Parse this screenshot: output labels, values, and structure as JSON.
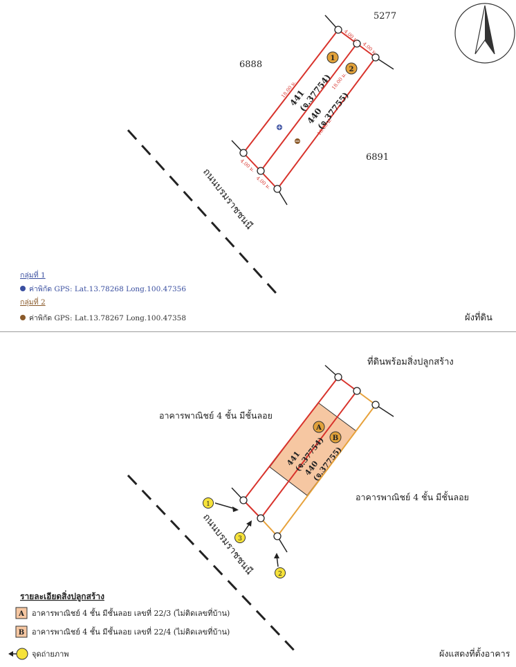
{
  "top_panel": {
    "parcel_numbers": {
      "north": "5277",
      "west": "6888",
      "east": "6891"
    },
    "lots": [
      {
        "marker": "1",
        "number": "441",
        "deed": "(จ.37754)",
        "color": "#e1a13a"
      },
      {
        "marker": "2",
        "number": "440",
        "deed": "(จ.37755)",
        "color": "#e1a13a"
      }
    ],
    "dimensions": {
      "front_left": "4.00 ม.",
      "front_right": "4.00 ม.",
      "back_left": "4.00 ม.",
      "back_right": "4.00 ม.",
      "side_outer": "18.00 ม.",
      "side_middle": "18.00 ม.",
      "side_far": "18.00 ม."
    },
    "road_label": "ถนนบรมราชชนนี",
    "legend": {
      "group1_title": "กลุ่มที่ 1",
      "group1_gps": "ค่าพิกัด GPS:  Lat.13.78268 Long.100.47356",
      "group2_title": "กลุ่มที่ 2",
      "group2_gps": "ค่าพิกัด GPS:  Lat.13.78267 Long.100.47358"
    },
    "caption": "ผังที่ดิน",
    "colors": {
      "group1": "#3a4fa0",
      "group2": "#8a5a2a",
      "boundary": "#d8332c"
    }
  },
  "bottom_panel": {
    "north_label": "ที่ดินพร้อมสิ่งปลูกสร้าง",
    "west_label": "อาคารพาณิชย์ 4 ชั้น มีชั้นลอย",
    "east_label": "อาคารพาณิชย์ 4 ชั้น มีชั้นลอย",
    "lots": [
      {
        "marker": "A",
        "number": "441",
        "deed": "(จ.37754)"
      },
      {
        "marker": "B",
        "number": "440",
        "deed": "(จ.37755)"
      }
    ],
    "road_label": "ถนนบรมราชชนนี",
    "photo_points": [
      "1",
      "2",
      "3"
    ],
    "legend": {
      "title": "รายละเอียดสิ่งปลูกสร้าง",
      "item_a_key": "A",
      "item_a_text": "อาคารพาณิชย์ 4 ชั้น มีชั้นลอย เลขที่ 22/3 (ไม่ติดเลขที่บ้าน)",
      "item_b_key": "B",
      "item_b_text": "อาคารพาณิชย์ 4 ชั้น มีชั้นลอย เลขที่ 22/4 (ไม่ติดเลขที่บ้าน)",
      "photo_text": "จุดถ่ายภาพ"
    },
    "caption": "ผังแสดงที่ตั้งอาคาร",
    "colors": {
      "building_fill": "#f6c7a2",
      "orange_line": "#e7a23b",
      "photo_marker": "#f6e23a"
    }
  }
}
